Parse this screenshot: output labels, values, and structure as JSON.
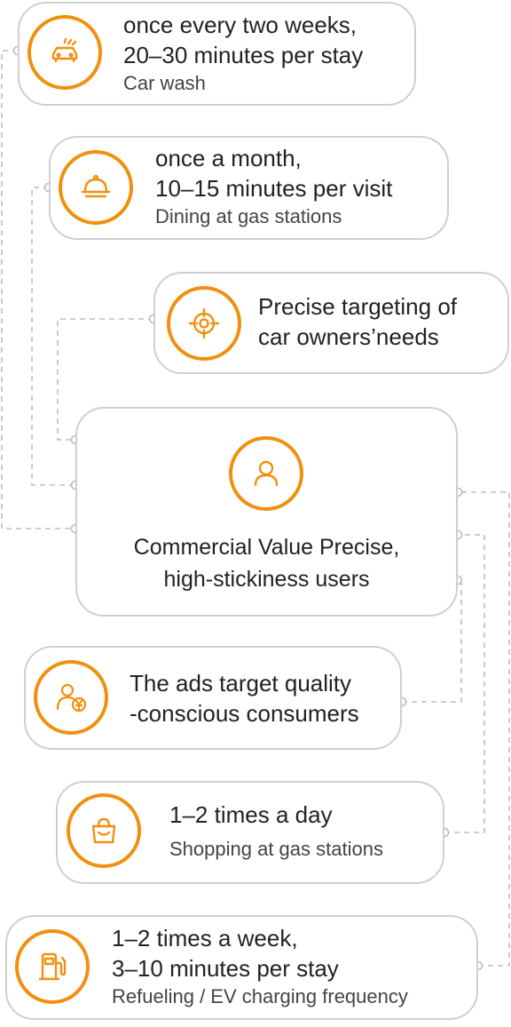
{
  "center": {
    "line1": "Commercial Value Precise,",
    "line2": "high-stickiness users",
    "icon": "user-icon"
  },
  "items": [
    {
      "id": "car-wash",
      "icon": "car-wash-icon",
      "line1": "once every two weeks,",
      "line2": "20–30 minutes per stay",
      "sub": "Car wash"
    },
    {
      "id": "dining",
      "icon": "cloche-icon",
      "line1": "once a month,",
      "line2": "10–15 minutes per visit",
      "sub": "Dining at gas stations"
    },
    {
      "id": "targeting",
      "icon": "target-icon",
      "line1": "Precise targeting of",
      "line2": "car owners’needs"
    },
    {
      "id": "quality",
      "icon": "consumer-yen-icon",
      "line1": "The ads target quality",
      "line2": "-conscious consumers"
    },
    {
      "id": "shopping",
      "icon": "shopping-bag-icon",
      "line1": "1–2 times a day",
      "sub": "Shopping at gas stations"
    },
    {
      "id": "refueling",
      "icon": "fuel-pump-icon",
      "line1": "1–2 times a week,",
      "line2": "3–10 minutes per stay",
      "sub": "Refueling / EV charging frequency"
    }
  ],
  "colors": {
    "accent": "#f0900f",
    "border": "#cfcfcf",
    "connector": "#bdbdbd"
  }
}
